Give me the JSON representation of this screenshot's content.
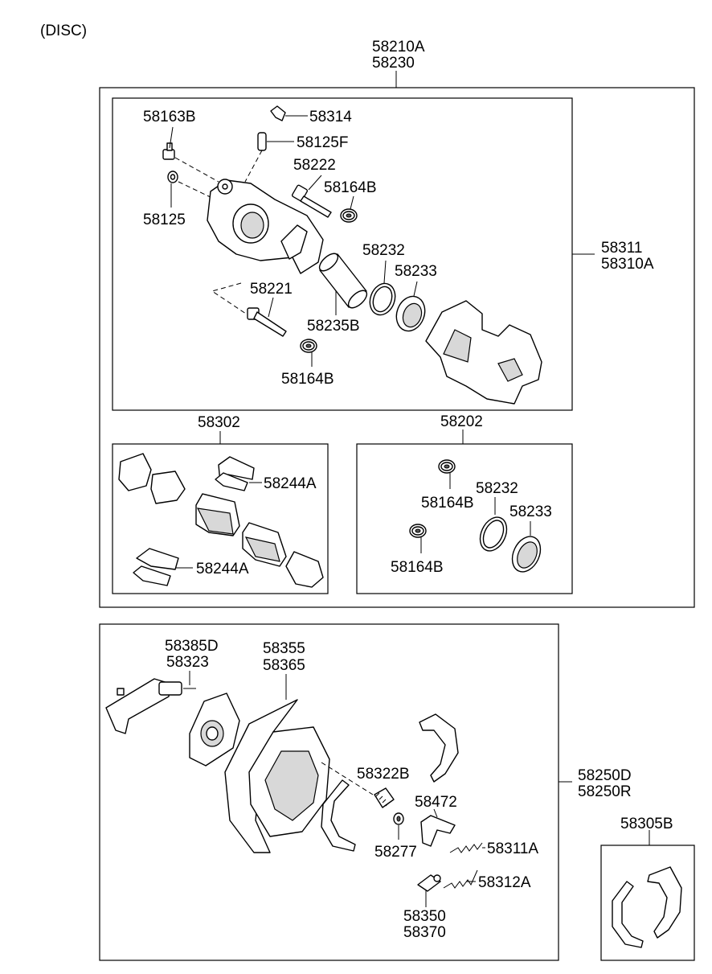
{
  "header": {
    "title": "(DISC)"
  },
  "labels": {
    "assy_1": "58210A",
    "assy_2": "58230",
    "bolt_b": "58163B",
    "clip": "58314",
    "bleeder": "58125F",
    "pin_top": "58222",
    "boot_top": "58164B",
    "washer": "58125",
    "caliper_1": "58311",
    "caliper_2": "58310A",
    "ring_a": "58232",
    "seal_a": "58233",
    "pin_bottom": "58221",
    "piston": "58235B",
    "boot_bottom": "58164B",
    "pad_kit": "58302",
    "seal_kit": "58202",
    "shim_upper": "58244A",
    "shim_lower": "58244A",
    "kit_boot_1": "58164B",
    "kit_ring": "58232",
    "kit_seal": "58233",
    "kit_boot_2": "58164B",
    "lever_1": "58385D",
    "lever_2": "58323",
    "plate_1": "58355",
    "plate_2": "58365",
    "spring_b": "58322B",
    "adjuster": "58472",
    "cup": "58277",
    "spring_a": "58311A",
    "spring_c": "58312A",
    "pin_1": "58350",
    "pin_2": "58370",
    "brake_1": "58250D",
    "brake_2": "58250R",
    "shoe_kit": "58305B"
  }
}
